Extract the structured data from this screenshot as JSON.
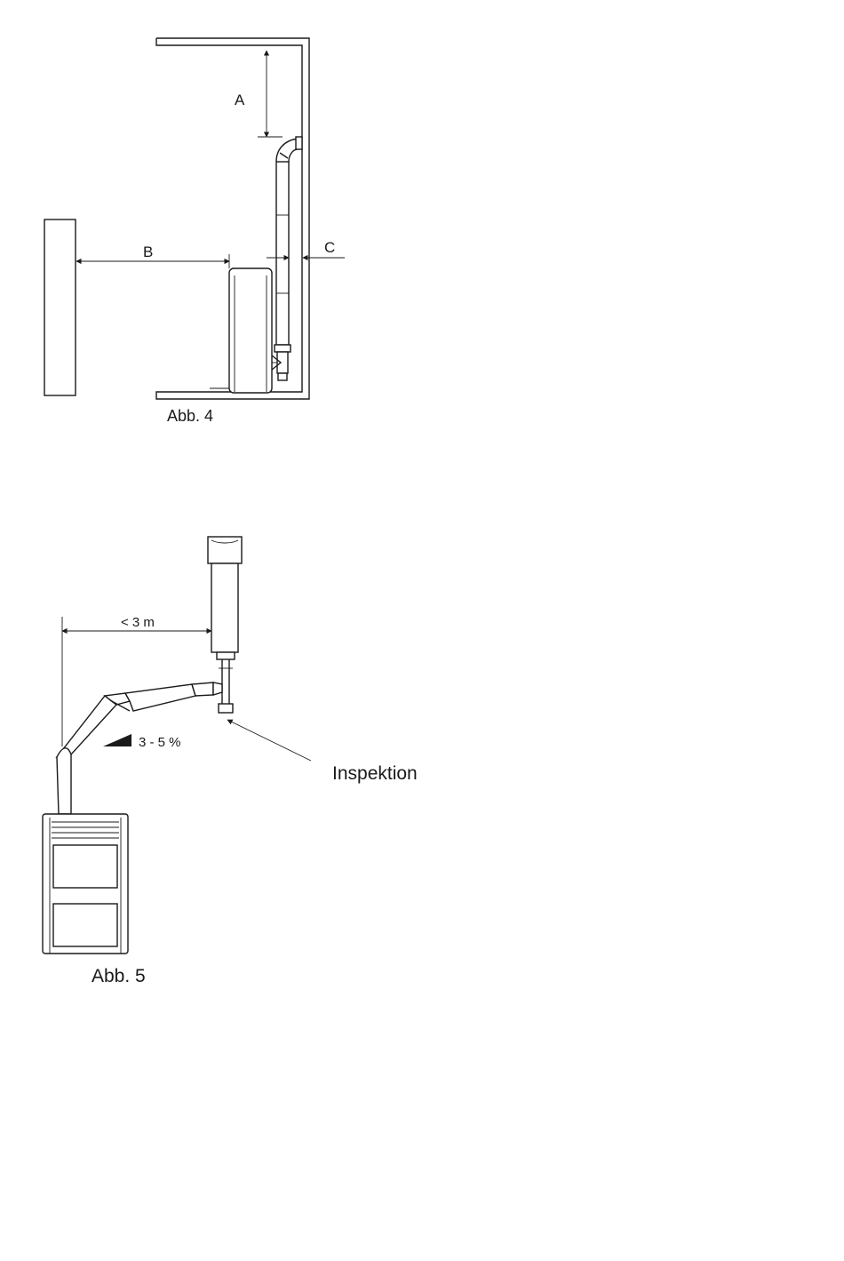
{
  "figure4": {
    "label_a": "A",
    "label_b": "B",
    "label_c": "C",
    "caption": "Abb. 4"
  },
  "figure5": {
    "distance_label": "< 3 m",
    "slope_label": "3 - 5 %",
    "inspection_label": "Inspektion",
    "caption": "Abb. 5"
  }
}
